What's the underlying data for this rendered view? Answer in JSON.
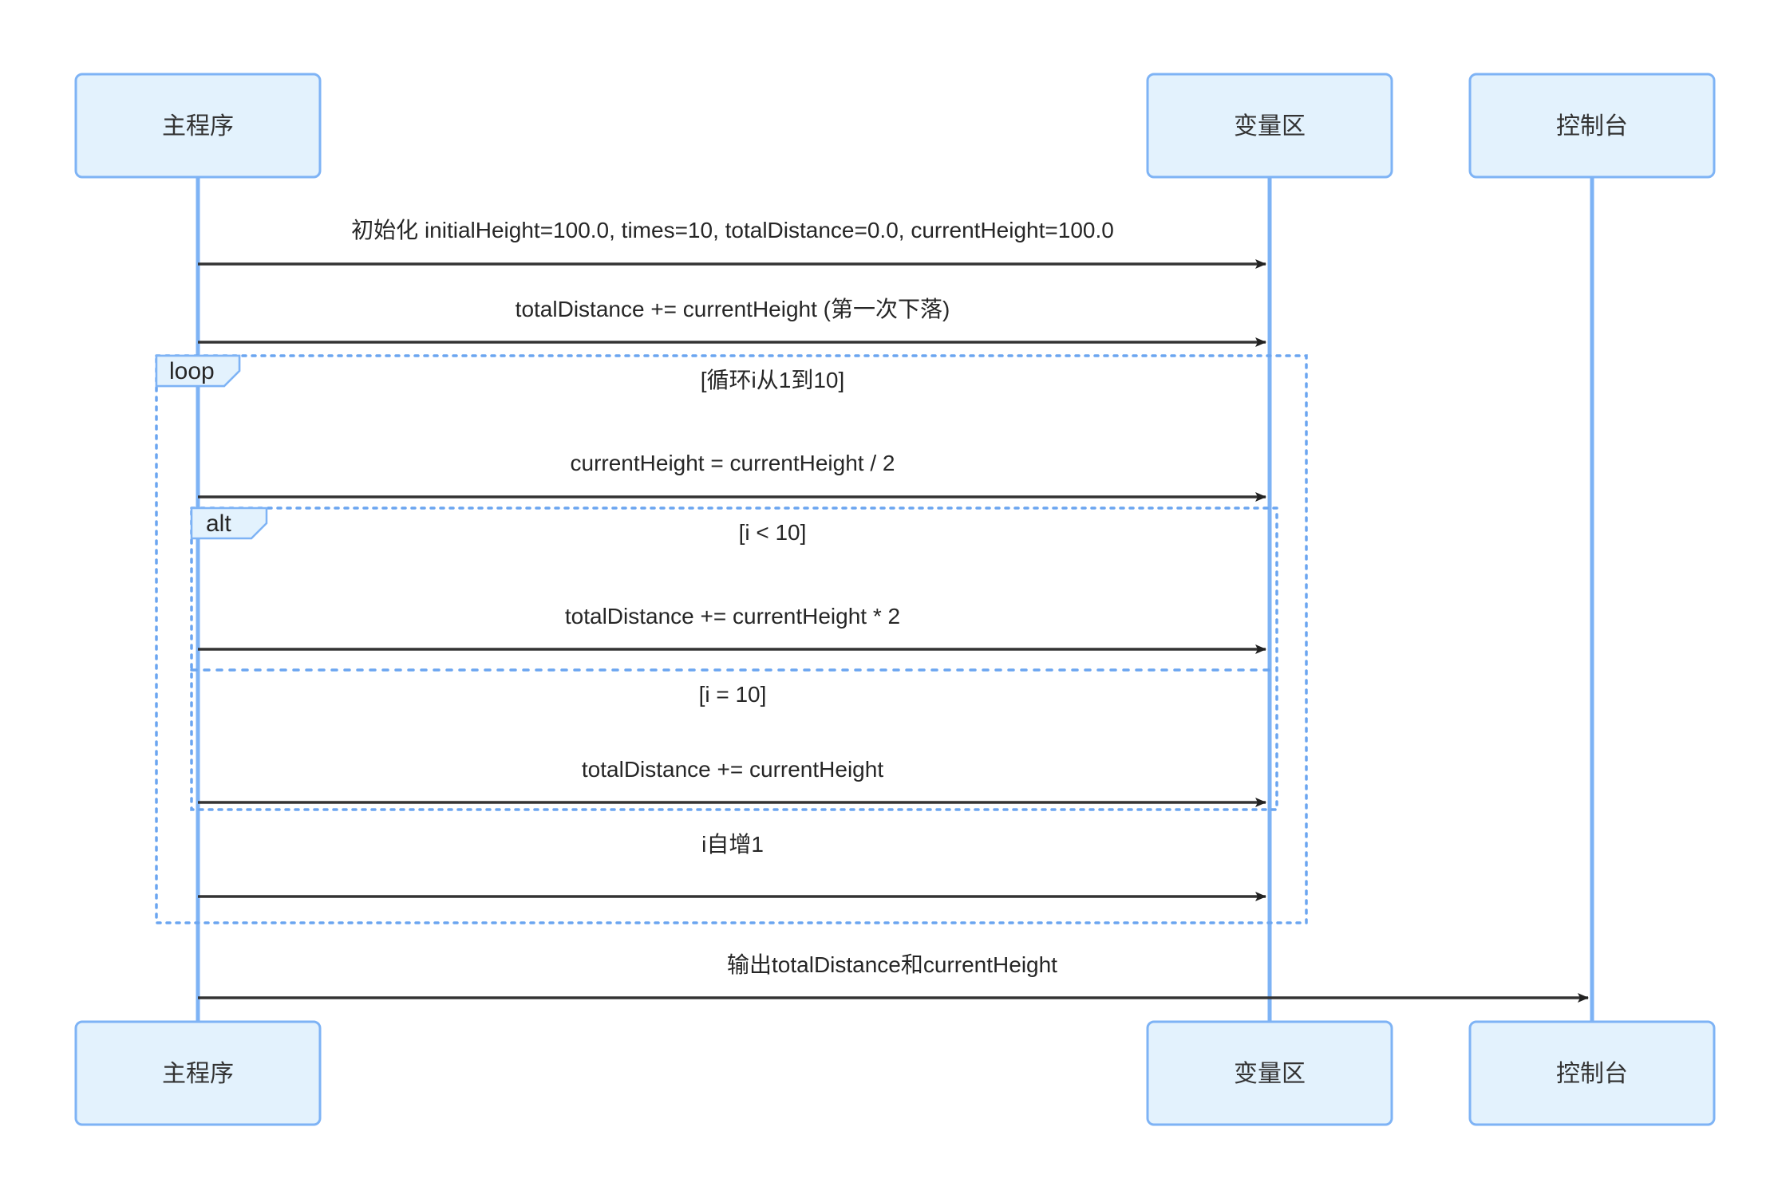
{
  "diagram": {
    "type": "sequence-diagram",
    "background_color": "#ffffff",
    "accent_color": "#7eb3f5",
    "actor_fill_color": "#e3f2fd",
    "message_line_color": "#333333",
    "fragment_border_color": "#6ba5f0"
  },
  "participants": [
    {
      "id": "main",
      "label": "主程序"
    },
    {
      "id": "vars",
      "label": "变量区"
    },
    {
      "id": "console",
      "label": "控制台"
    }
  ],
  "participants_bottom": [
    {
      "id": "main",
      "label": "主程序"
    },
    {
      "id": "vars",
      "label": "变量区"
    },
    {
      "id": "console",
      "label": "控制台"
    }
  ],
  "messages": [
    {
      "id": "m1",
      "from": "main",
      "to": "vars",
      "label": "初始化 initialHeight=100.0, times=10, totalDistance=0.0, currentHeight=100.0",
      "arrow": "solid"
    },
    {
      "id": "m2",
      "from": "main",
      "to": "vars",
      "label": "totalDistance += currentHeight (第一次下落)",
      "arrow": "solid"
    },
    {
      "id": "m3",
      "from": "main",
      "to": "vars",
      "label": "currentHeight = currentHeight / 2",
      "arrow": "solid"
    },
    {
      "id": "m4",
      "from": "main",
      "to": "vars",
      "label": "totalDistance += currentHeight * 2",
      "arrow": "solid"
    },
    {
      "id": "m5",
      "from": "main",
      "to": "vars",
      "label": "totalDistance += currentHeight",
      "arrow": "solid"
    },
    {
      "id": "m6",
      "from": "main",
      "to": "vars",
      "label": "i自增1",
      "arrow": "solid"
    },
    {
      "id": "m7",
      "from": "main",
      "to": "console",
      "label": "输出totalDistance和currentHeight",
      "arrow": "solid"
    }
  ],
  "fragments": [
    {
      "id": "loop-frag",
      "tag": "loop",
      "condition": "[循环i从1到10]"
    },
    {
      "id": "alt-frag",
      "tag": "alt",
      "condition": "[i < 10]",
      "else_condition": "[i = 10]"
    }
  ]
}
